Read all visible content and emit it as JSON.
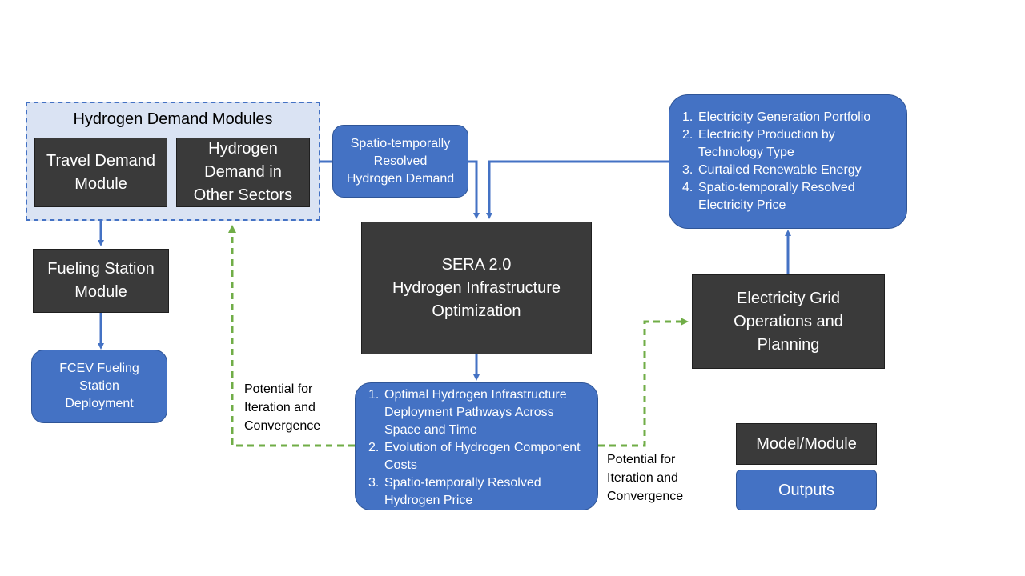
{
  "demand_group": {
    "title": "Hydrogen Demand Modules"
  },
  "models": {
    "travel_demand": "Travel Demand\nModule",
    "h2_other_sectors": "Hydrogen\nDemand in\nOther Sectors",
    "fueling_station": "Fueling Station\nModule",
    "sera": "SERA 2.0\nHydrogen Infrastructure\nOptimization",
    "grid": "Electricity Grid\nOperations and\nPlanning"
  },
  "outputs": {
    "fcev": "FCEV Fueling\nStation\nDeployment",
    "spatio_demand": "Spatio-temporally\nResolved\nHydrogen Demand",
    "sera_outputs": [
      {
        "num": "1.",
        "text": "Optimal Hydrogen Infrastructure Deployment Pathways Across Space and Time"
      },
      {
        "num": "2.",
        "text": "Evolution of Hydrogen Component Costs"
      },
      {
        "num": "3.",
        "text": "Spatio-temporally Resolved Hydrogen Price"
      }
    ],
    "grid_outputs": [
      {
        "num": "1.",
        "text": "Electricity Generation Portfolio"
      },
      {
        "num": "2.",
        "text": "Electricity Production by Technology Type"
      },
      {
        "num": "3.",
        "text": "Curtailed Renewable Energy"
      },
      {
        "num": "4.",
        "text": "Spatio-temporally Resolved Electricity Price"
      }
    ]
  },
  "notes": {
    "left_iteration": "Potential for\nIteration and\nConvergence",
    "right_iteration": "Potential for\nIteration and\nConvergence"
  },
  "legend": {
    "model_label": "Model/Module",
    "output_label": "Outputs"
  },
  "colors": {
    "model_fill": "#3a3a3a",
    "output_fill": "#4472c4",
    "group_fill": "#dae3f3",
    "arrow_blue": "#4472c4",
    "arrow_green": "#70ad47"
  }
}
